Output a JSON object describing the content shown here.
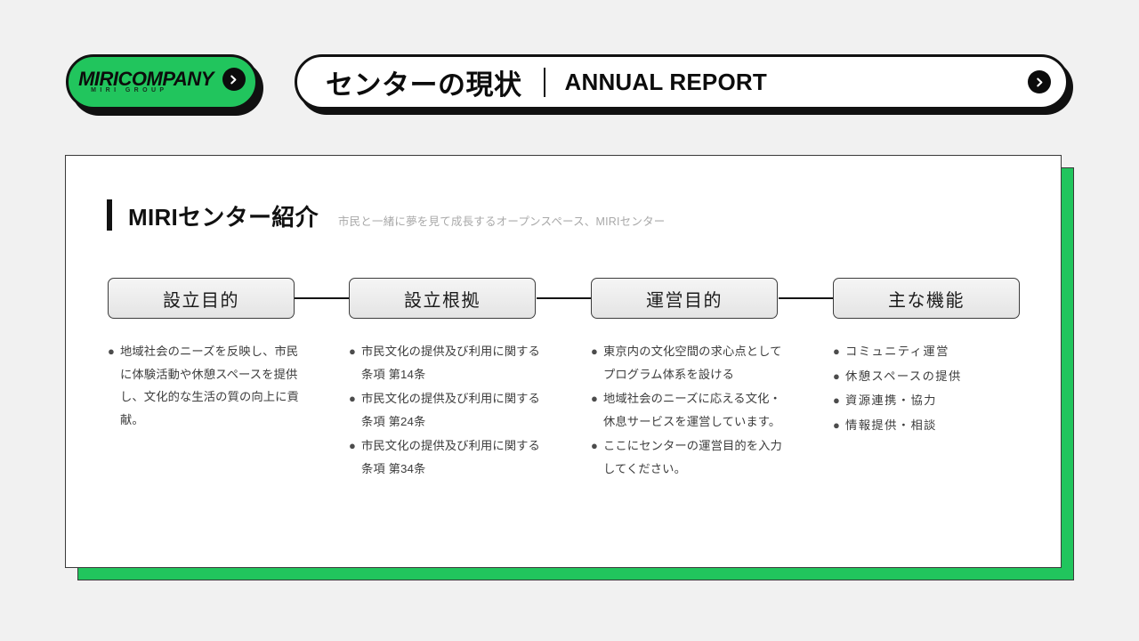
{
  "theme": {
    "background": "#f1f1f1",
    "accent_green": "#21c55d",
    "ink": "#111111",
    "card_background": "#ffffff"
  },
  "header": {
    "logo": {
      "wordmark": "MIRICOMPANY",
      "subtitle": "MIRI GROUP",
      "arrow_icon": "chevron-right-circle-icon"
    },
    "title_jp": "センターの現状",
    "divider": "|",
    "title_en": "ANNUAL REPORT",
    "arrow_icon": "chevron-right-circle-icon"
  },
  "card": {
    "section": {
      "title": "MIRIセンター紹介",
      "subtitle": "市民と一緒に夢を見て成長するオープンスペース、MIRIセンター"
    },
    "flow_boxes": [
      {
        "label": "設立目的"
      },
      {
        "label": "設立根拠"
      },
      {
        "label": "運営目的"
      },
      {
        "label": "主な機能"
      }
    ],
    "columns": [
      {
        "key": "purpose",
        "items": [
          "地域社会のニーズを反映し、市民に体験活動や休憩スペースを提供し、文化的な生活の質の向上に貢献。"
        ]
      },
      {
        "key": "basis",
        "items": [
          "市民文化の提供及び利用に関する条項 第14条",
          "市民文化の提供及び利用に関する条項 第24条",
          "市民文化の提供及び利用に関する条項 第34条"
        ]
      },
      {
        "key": "operation",
        "items": [
          "東京内の文化空間の求心点としてプログラム体系を設ける",
          "地域社会のニーズに応える文化・休息サービスを運営しています。",
          "ここにセンターの運営目的を入力してください。"
        ]
      },
      {
        "key": "functions",
        "items": [
          "コミュニティ運営",
          "休憩スペースの提供",
          "資源連携・協力",
          "情報提供・相談"
        ]
      }
    ]
  }
}
